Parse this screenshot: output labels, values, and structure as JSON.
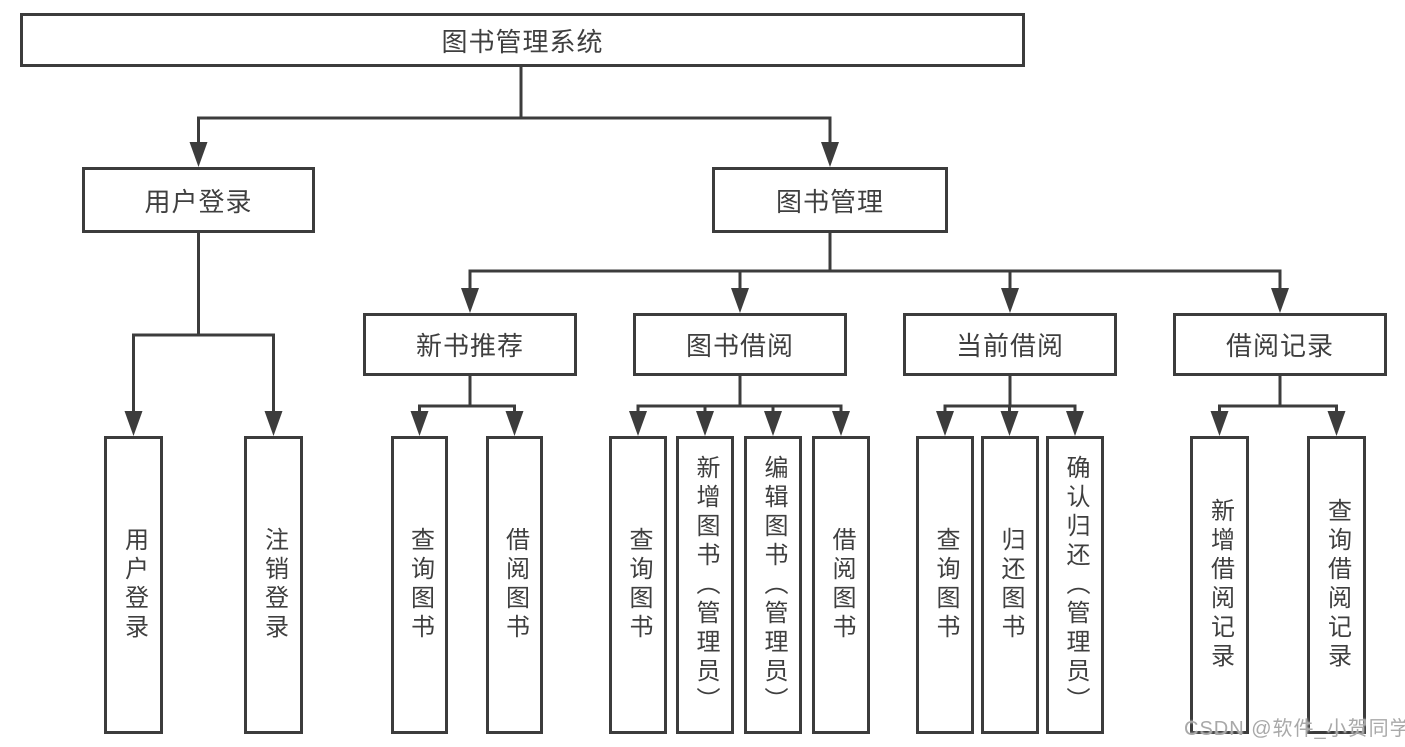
{
  "diagram": {
    "root": {
      "label": "图书管理系统"
    },
    "children": [
      {
        "label": "用户登录",
        "children": [
          {
            "label": "用户登录"
          },
          {
            "label": "注销登录"
          }
        ]
      },
      {
        "label": "图书管理",
        "children": [
          {
            "label": "新书推荐",
            "children": [
              {
                "label": "查询图书"
              },
              {
                "label": "借阅图书"
              }
            ]
          },
          {
            "label": "图书借阅",
            "children": [
              {
                "label": "查询图书"
              },
              {
                "label": "新增图书（管理员）"
              },
              {
                "label": "编辑图书（管理员）"
              },
              {
                "label": "借阅图书"
              }
            ]
          },
          {
            "label": "当前借阅",
            "children": [
              {
                "label": "查询图书"
              },
              {
                "label": "归还图书"
              },
              {
                "label": "确认归还（管理员）"
              }
            ]
          },
          {
            "label": "借阅记录",
            "children": [
              {
                "label": "新增借阅记录"
              },
              {
                "label": "查询借阅记录"
              }
            ]
          }
        ]
      }
    ]
  },
  "watermark": {
    "text": "CSDN @软件_小贺同学"
  },
  "colors": {
    "line": "#3c3c3c",
    "text": "#3f3f3f",
    "background": "#ffffff",
    "watermark": "#a9a9a9"
  }
}
